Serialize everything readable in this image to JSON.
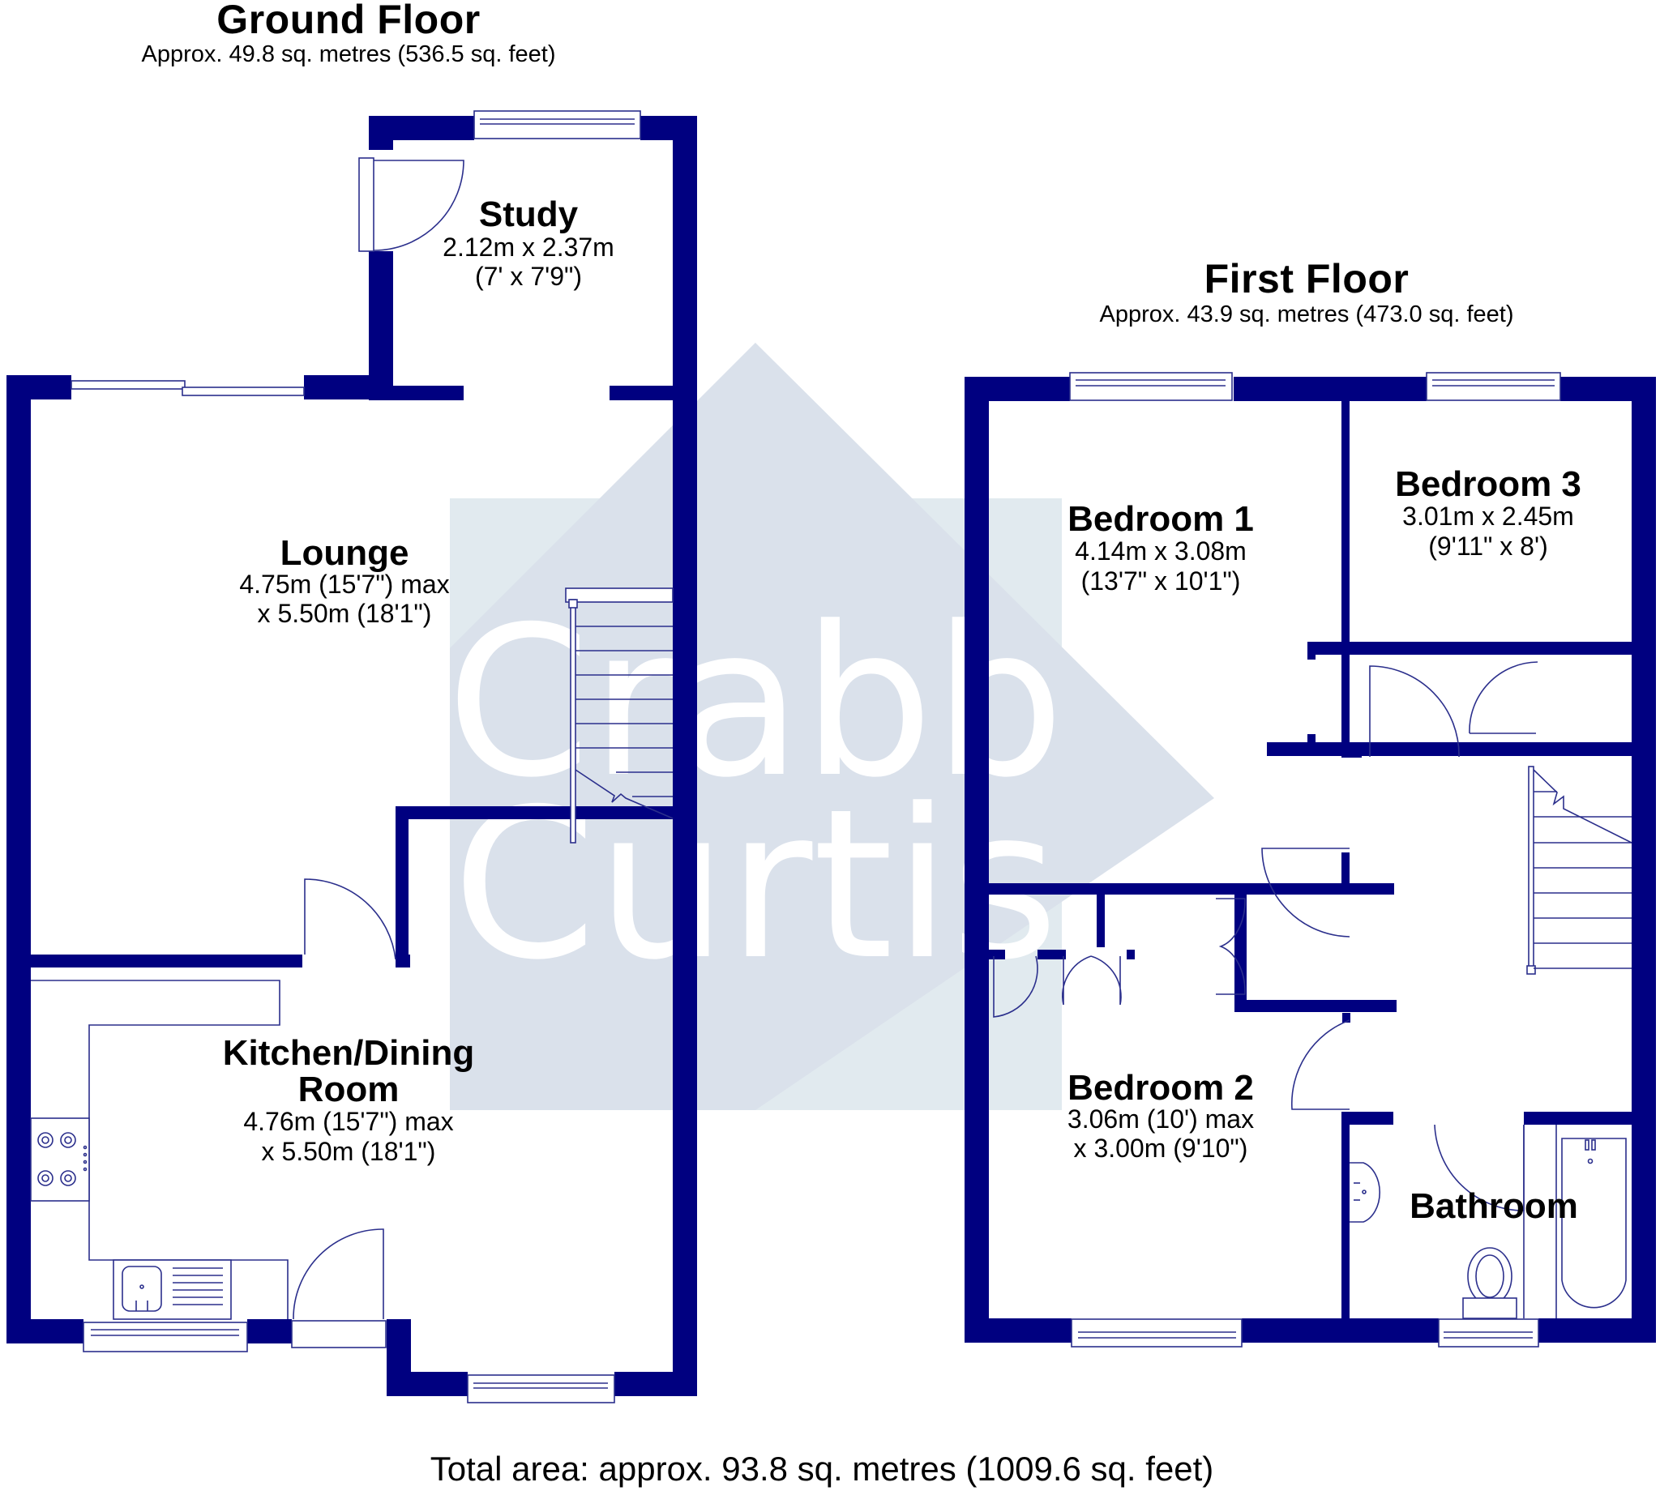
{
  "ground_floor": {
    "title": "Ground Floor",
    "area": "Approx. 49.8 sq. metres (536.5 sq. feet)",
    "rooms": [
      {
        "name": "Study",
        "dim1": "2.12m x 2.37m",
        "dim2": "(7' x 7'9\")"
      },
      {
        "name": "Lounge",
        "dim1": "4.75m (15'7\") max",
        "dim2": "x 5.50m (18'1\")"
      },
      {
        "name": "Kitchen/Dining",
        "name2": "Room",
        "dim1": "4.76m (15'7\") max",
        "dim2": "x 5.50m (18'1\")"
      }
    ]
  },
  "first_floor": {
    "title": "First Floor",
    "area": "Approx. 43.9 sq. metres (473.0 sq. feet)",
    "rooms": [
      {
        "name": "Bedroom 1",
        "dim1": "4.14m x 3.08m",
        "dim2": "(13'7\" x 10'1\")"
      },
      {
        "name": "Bedroom 3",
        "dim1": "3.01m x 2.45m",
        "dim2": "(9'11\" x 8')"
      },
      {
        "name": "Bedroom 2",
        "dim1": "3.06m (10') max",
        "dim2": "x 3.00m (9'10\")"
      },
      {
        "name": "Bathroom"
      }
    ]
  },
  "total_area": "Total area: approx. 93.8 sq. metres (1009.6 sq. feet)",
  "watermark": {
    "line1": "Crabb",
    "line2": "Curtis"
  },
  "colors": {
    "wall": "#000080",
    "fixture_line": "#2b2f8c",
    "watermark_blue": "#dae1eb",
    "watermark_mint": "#daf0ec",
    "watermark_lilac": "#e6e6f2"
  }
}
